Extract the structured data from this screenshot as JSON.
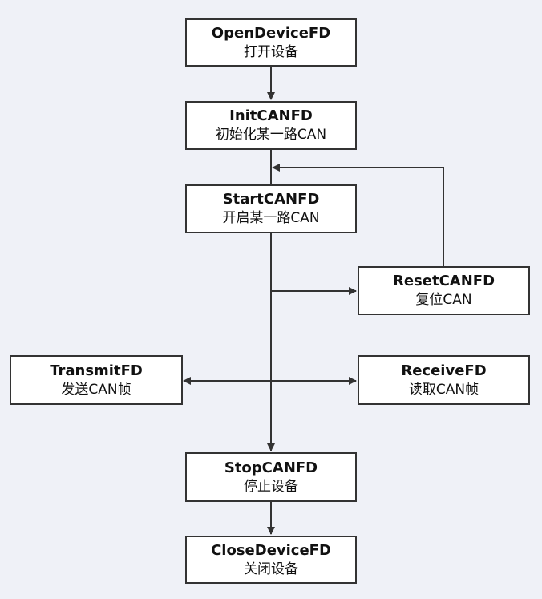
{
  "nodes": {
    "open_device": {
      "name": "OpenDeviceFD",
      "desc": "打开设备"
    },
    "init_can": {
      "name": "InitCANFD",
      "desc": "初始化某一路CAN"
    },
    "start_can": {
      "name": "StartCANFD",
      "desc": "开启某一路CAN"
    },
    "reset_can": {
      "name": "ResetCANFD",
      "desc": "复位CAN"
    },
    "transmit": {
      "name": "TransmitFD",
      "desc": "发送CAN帧"
    },
    "receive": {
      "name": "ReceiveFD",
      "desc": "读取CAN帧"
    },
    "stop_can": {
      "name": "StopCANFD",
      "desc": "停止设备"
    },
    "close_device": {
      "name": "CloseDeviceFD",
      "desc": "关闭设备"
    }
  },
  "colors": {
    "background": "#eff1f7",
    "box_fill": "#ffffff",
    "line": "#333333",
    "text": "#111111"
  }
}
